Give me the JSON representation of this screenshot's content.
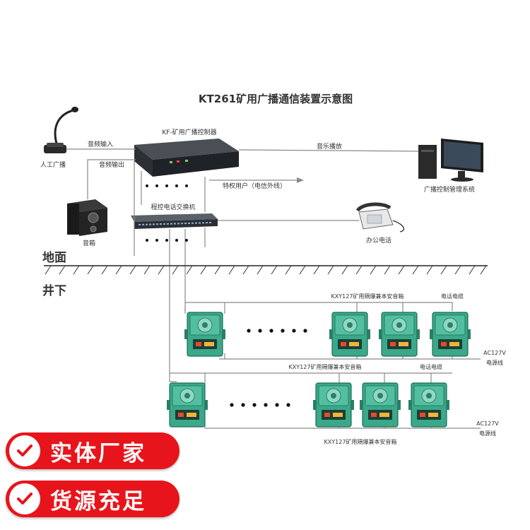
{
  "diagram": {
    "title": "KT261矿用广播通信装置示意图",
    "controller_label": "KF-矿用广播控制器",
    "audio_input_label": "音频输入",
    "audio_output_label": "音频输出",
    "microphone_label": "人工广播",
    "speaker_label": "音箱",
    "music_label": "音乐播放",
    "pc_label": "广播控制管理系统",
    "special_user_label": "特权用户（电信外线）",
    "switch_label": "程控电话交换机",
    "office_phone_label": "办公电话",
    "ground_label": "地面",
    "underground_label": "井下",
    "telephone_line_1": "电话电缆",
    "telephone_line_2": "电话电缆",
    "box_label_1": "KXY127矿用隔爆兼本安音箱",
    "box_label_2": "KXY127矿用隔爆兼本安音箱",
    "box_label_3": "KXY127矿用隔爆兼本安音箱",
    "power_1_voltage": "AC127V",
    "power_1_label": "电源线",
    "power_2_voltage": "AC127V",
    "power_2_label": "电源线"
  },
  "badges": [
    {
      "icon": "check-icon",
      "label": "实体厂家"
    },
    {
      "icon": "check-icon",
      "label": "货源充足"
    }
  ],
  "colors": {
    "badge_red": "#e8141b",
    "device_green": "#2e9a7c",
    "line_gray": "#8a8a8a"
  }
}
